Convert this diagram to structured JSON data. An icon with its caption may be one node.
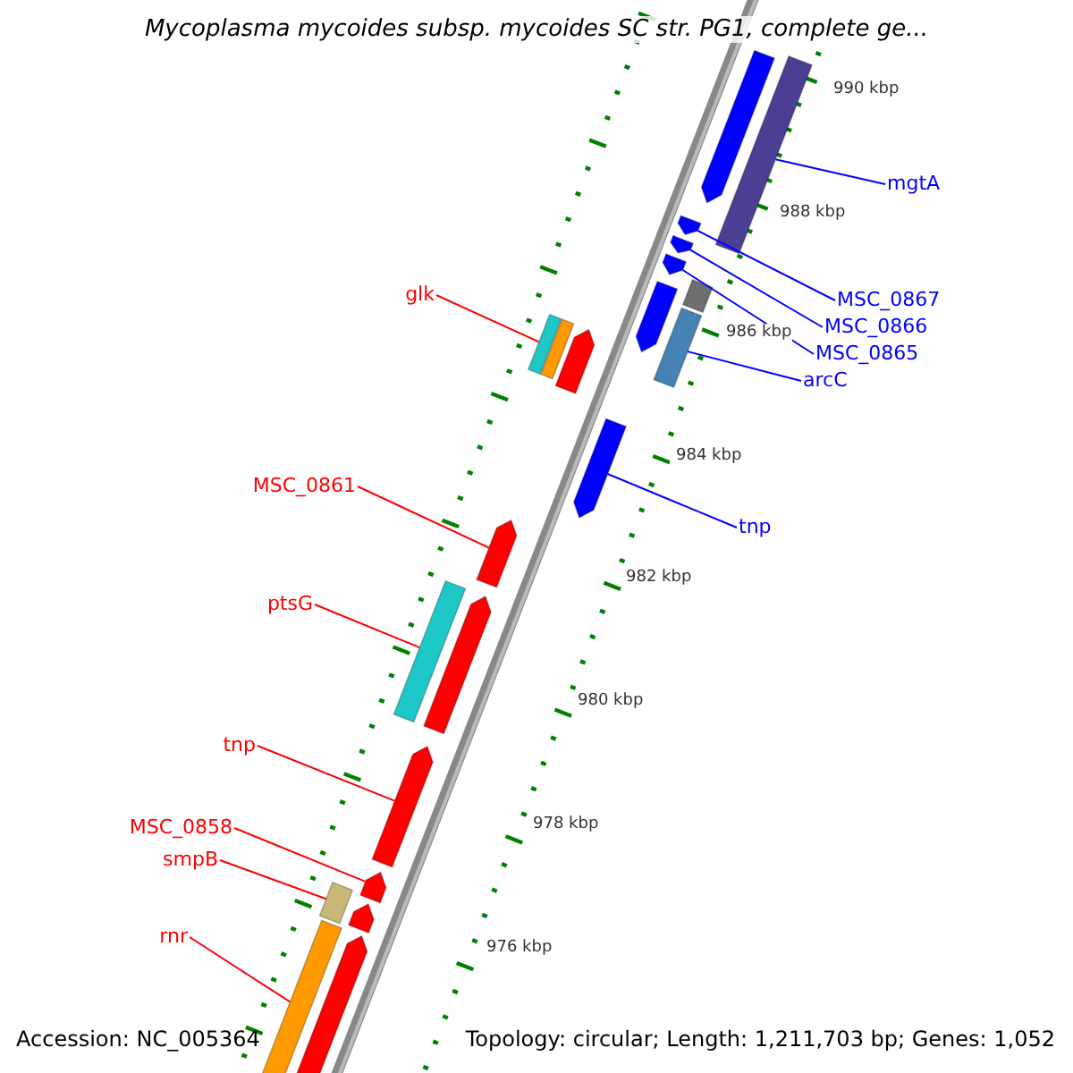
{
  "diagram": {
    "title": "Mycoplasma mycoides subsp. mycoides SC str. PG1, complete ge...",
    "nodes": [
      {
        "text": [
          "mgtA"
        ]
      },
      {
        "text": [
          "glk"
        ]
      },
      {
        "text": [
          "MSC_0867"
        ]
      },
      {
        "text": [
          "MSC_0866"
        ]
      },
      {
        "text": [
          "MSC_0865"
        ]
      },
      {
        "text": [
          "arcC"
        ]
      },
      {
        "text": [
          "MSC_0861"
        ]
      },
      {
        "text": [
          "tnp"
        ]
      },
      {
        "text": [
          "ptsG"
        ]
      },
      {
        "text": [
          "tnp"
        ]
      },
      {
        "text": [
          "MSC_0858"
        ]
      },
      {
        "text": [
          "smpB"
        ]
      },
      {
        "text": [
          "rnr"
        ]
      },
      {
        "text": [],
        "shape": "bar"
      },
      {
        "text": [],
        "shape": "bar"
      },
      {
        "text": [],
        "shape": "bar"
      },
      {
        "text": [],
        "shape": "bar"
      },
      {
        "text": [],
        "shape": "bar"
      },
      {
        "text": [],
        "shape": "bar"
      },
      {
        "text": [],
        "shape": "bar"
      },
      {
        "text": [],
        "shape": "bar"
      },
      {
        "text": [],
        "shape": "bar"
      },
      {
        "text": [],
        "shape": "bar"
      },
      {
        "text": [],
        "shape": "bar"
      },
      {
        "text": [],
        "shape": "bar"
      },
      {
        "text": [],
        "shape": "bar"
      },
      {
        "text": [],
        "shape": "bar"
      },
      {
        "text": [],
        "shape": "bar"
      },
      {
        "text": [],
        "shape": "bar"
      },
      {
        "text": [],
        "shape": "bar"
      },
      {
        "text": [],
        "shape": "bar"
      },
      {
        "text": [],
        "shape": "bar"
      },
      {
        "text": [],
        "shape": "bar"
      },
      {
        "text": [],
        "shape": "bar"
      }
    ],
    "edges": [
      {
        "from": 0,
        "to": 14,
        "arrow": "none",
        "color": "#0000ff"
      },
      {
        "from": 1,
        "to": 21,
        "arrow": "none"
      },
      {
        "from": 2,
        "to": 15,
        "arrow": "none",
        "color": "#0000ff"
      },
      {
        "from": 3,
        "to": 16,
        "arrow": "none",
        "color": "#0000ff"
      },
      {
        "from": 4,
        "to": 17,
        "arrow": "none",
        "color": "#0000ff"
      },
      {
        "from": 5,
        "to": 20,
        "arrow": "none",
        "color": "#0000ff"
      },
      {
        "from": 6,
        "to": 25,
        "arrow": "none"
      },
      {
        "from": 7,
        "to": 24,
        "arrow": "none",
        "color": "#0000ff"
      },
      {
        "from": 8,
        "to": 26,
        "arrow": "none"
      },
      {
        "from": 9,
        "to": 28,
        "arrow": "none"
      },
      {
        "from": 10,
        "to": 29,
        "arrow": "none"
      },
      {
        "from": 11,
        "to": 30,
        "arrow": "none"
      },
      {
        "from": 12,
        "to": 32,
        "arrow": "none"
      }
    ],
    "labels": [
      "990 kbp",
      "988 kbp",
      "986 kbp",
      "984 kbp",
      "982 kbp",
      "980 kbp",
      "978 kbp",
      "976 kbp",
      "Accession: NC_005364",
      "Topology: circular; Length: 1,211,703 bp; Genes: 1,052"
    ]
  }
}
